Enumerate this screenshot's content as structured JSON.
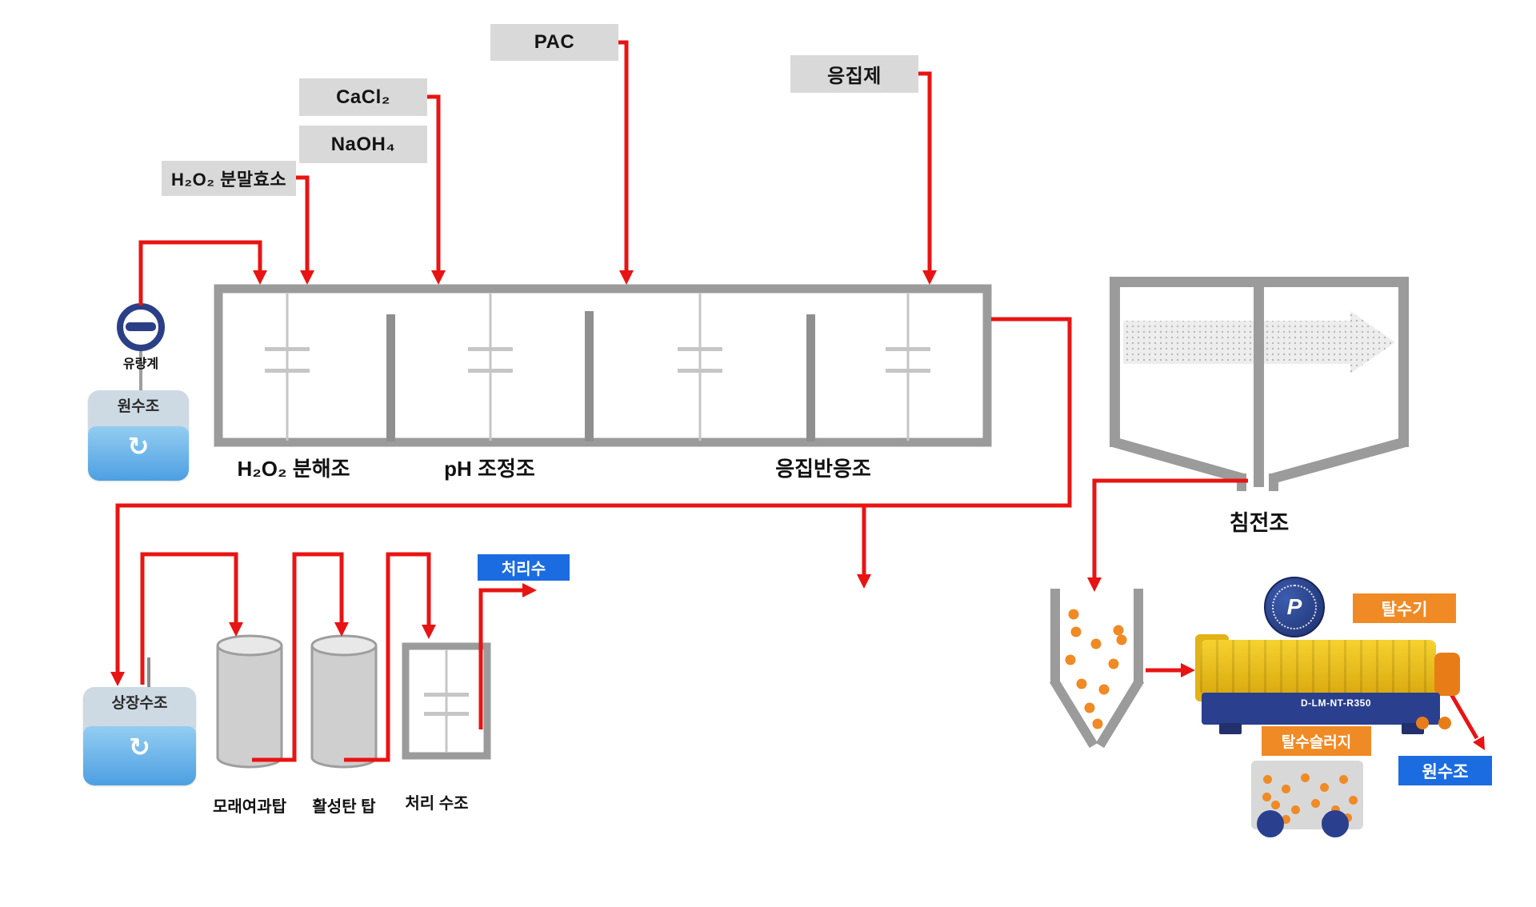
{
  "inputs": {
    "pac": "PAC",
    "cacl2": "CaCl₂",
    "naoh": "NaOH₄",
    "h2o2": "H₂O₂ 분말효소",
    "coagulant": "응집제"
  },
  "reactor": {
    "zone1": "H₂O₂ 분해조",
    "zone2": "pH 조정조",
    "zone3": "응집반응조"
  },
  "left": {
    "flow_meter": "유량계",
    "raw_tank": "원수조"
  },
  "sedimentation": {
    "label": "침전조"
  },
  "filtration": {
    "supernatant_tank": "상장수조",
    "sand_filter": "모래여과탑",
    "carbon_tower": "활성탄 탑",
    "treated_tank": "처리 수조",
    "treated_water": "처리수"
  },
  "dewatering": {
    "dewaterer": "탈수기",
    "model": "D-LM-NT-R350",
    "sludge": "탈수슬러지",
    "raw_tank": "원수조",
    "seal": "P"
  },
  "icons": {
    "recycle": "↻"
  },
  "colors": {
    "pipe_red": "#e81414",
    "structure_gray": "#9b9b9b",
    "label_gray": "#d9d9d9",
    "accent_blue": "#1b6ce0",
    "accent_orange": "#ef8a25",
    "navy": "#2b3f8f",
    "water_blue": "#55a9e6"
  }
}
